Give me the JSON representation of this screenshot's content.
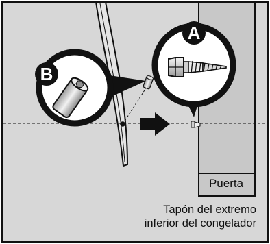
{
  "callouts": {
    "a": {
      "letter": "A",
      "icon": "screw-icon"
    },
    "b": {
      "letter": "B",
      "icon": "cap-icon"
    }
  },
  "labels": {
    "door": "Puerta",
    "caption_line1": "Tapón del extremo",
    "caption_line2": "inferior del congelador"
  },
  "colors": {
    "background": "#d7d7d7",
    "door": "#c8c8c8",
    "ink": "#111111",
    "paper": "#ffffff"
  }
}
